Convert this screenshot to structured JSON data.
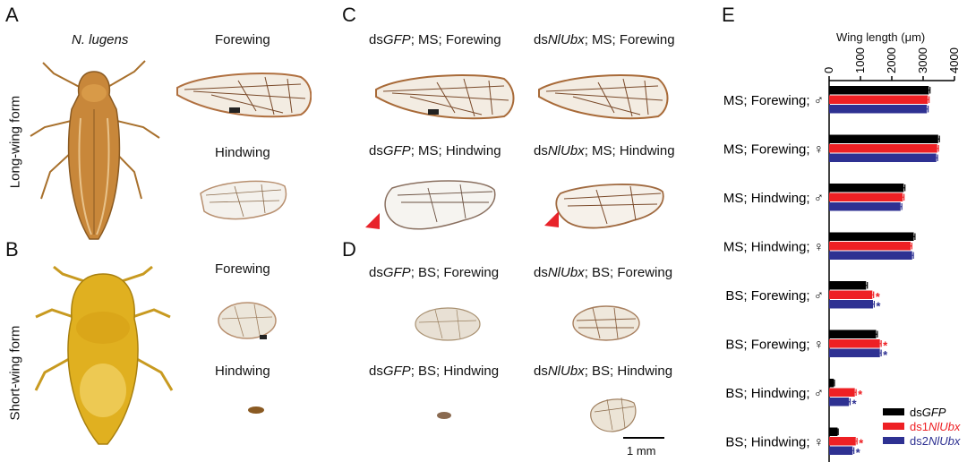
{
  "panels": {
    "A": {
      "label": "A",
      "species": "N. lugens",
      "side_label": "Long-wing form",
      "forewing": "Forewing",
      "hindwing": "Hindwing"
    },
    "B": {
      "label": "B",
      "side_label": "Short-wing form",
      "forewing": "Forewing",
      "hindwing": "Hindwing"
    },
    "C": {
      "label": "C",
      "captions": [
        {
          "pre": "ds",
          "gene": "GFP",
          "post": "; MS; Forewing"
        },
        {
          "pre": "ds",
          "gene": "NlUbx",
          "post": "; MS; Forewing"
        },
        {
          "pre": "ds",
          "gene": "GFP",
          "post": "; MS; Hindwing"
        },
        {
          "pre": "ds",
          "gene": "NlUbx",
          "post": "; MS; Hindwing"
        }
      ]
    },
    "D": {
      "label": "D",
      "captions": [
        {
          "pre": "ds",
          "gene": "GFP",
          "post": "; BS; Forewing"
        },
        {
          "pre": "ds",
          "gene": "NlUbx",
          "post": "; BS; Forewing"
        },
        {
          "pre": "ds",
          "gene": "GFP",
          "post": "; BS; Hindwing"
        },
        {
          "pre": "ds",
          "gene": "NlUbx",
          "post": "; BS; Hindwing"
        }
      ],
      "scale_bar": "1 mm"
    },
    "E": {
      "label": "E"
    }
  },
  "colors": {
    "dsGFP": "#000000",
    "ds1NlUbx": "#ee2024",
    "ds2NlUbx": "#2e3192",
    "asterisk_red": "#ee2024",
    "asterisk_blue": "#2e3192",
    "arrow": "#e8232a",
    "wing_vein": "#7a4a2a",
    "body_long": "#c8873a",
    "body_short": "#e0b020"
  },
  "chart_data": {
    "type": "bar",
    "orientation": "horizontal",
    "title": "Wing length (μm)",
    "xlim": [
      0,
      4000
    ],
    "xticks": [
      0,
      1000,
      2000,
      3000,
      4000
    ],
    "categories": [
      "MS; Forewing; ♂",
      "MS; Forewing; ♀",
      "MS; Hindwing; ♂",
      "MS; Hindwing; ♀",
      "BS; Forewing; ♂",
      "BS; Forewing; ♀",
      "BS; Hindwing; ♂",
      "BS; Hindwing; ♀"
    ],
    "series": [
      {
        "name": "dsGFP",
        "name_pre": "ds",
        "name_gene": "GFP",
        "values": [
          3180,
          3480,
          2380,
          2700,
          1180,
          1500,
          150,
          270
        ],
        "errors": [
          40,
          40,
          40,
          40,
          40,
          40,
          20,
          20
        ]
      },
      {
        "name": "ds1NlUbx",
        "name_pre": "ds1",
        "name_gene": "NlUbx",
        "values": [
          3150,
          3450,
          2350,
          2600,
          1380,
          1620,
          820,
          850
        ],
        "errors": [
          40,
          40,
          40,
          40,
          40,
          40,
          40,
          40
        ]
      },
      {
        "name": "ds2NlUbx",
        "name_pre": "ds2",
        "name_gene": "NlUbx",
        "values": [
          3120,
          3420,
          2280,
          2650,
          1400,
          1620,
          630,
          750
        ],
        "errors": [
          40,
          40,
          40,
          40,
          40,
          40,
          40,
          40
        ]
      }
    ],
    "significance": [
      [
        false,
        false,
        false
      ],
      [
        false,
        false,
        false
      ],
      [
        false,
        false,
        false
      ],
      [
        false,
        false,
        false
      ],
      [
        false,
        true,
        true
      ],
      [
        false,
        true,
        true
      ],
      [
        false,
        true,
        true
      ],
      [
        false,
        true,
        true
      ]
    ],
    "asterisk": "*",
    "legend_position": "bottom-right"
  }
}
